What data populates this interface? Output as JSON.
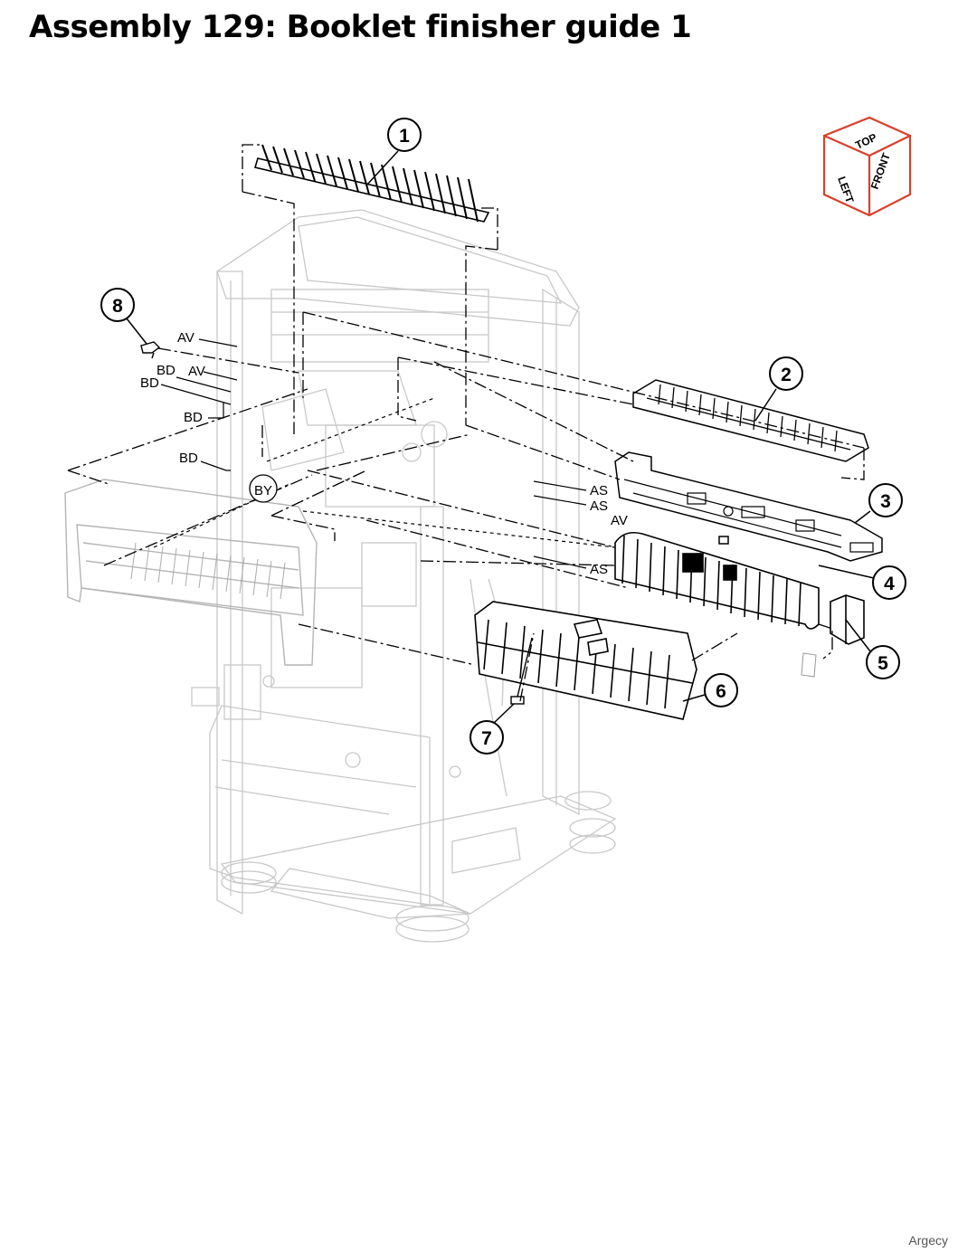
{
  "title": "Assembly 129: Booklet finisher guide 1",
  "callouts": [
    "1",
    "2",
    "3",
    "4",
    "5",
    "6",
    "7",
    "8"
  ],
  "references": {
    "av": "AV",
    "bd": "BD",
    "as": "AS",
    "by": "BY"
  },
  "orientation_cube": {
    "top": "TOP",
    "left": "LEFT",
    "front": "FRONT",
    "color": "#d9412b"
  },
  "watermark": "Argecy"
}
